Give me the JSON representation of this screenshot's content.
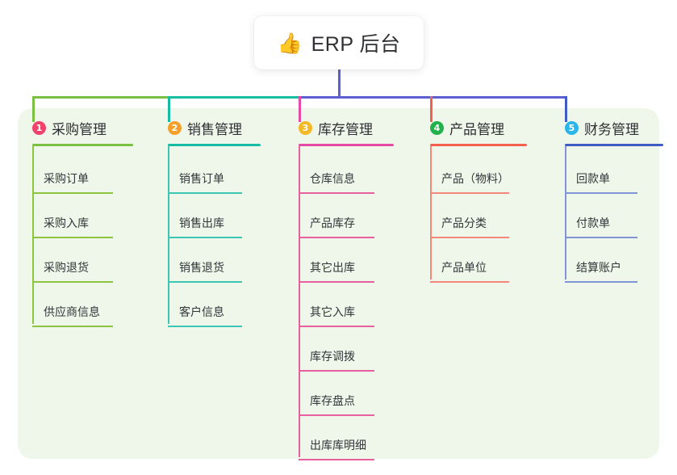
{
  "diagram": {
    "type": "mind-map",
    "root": {
      "icon": "thumbs-up-icon",
      "emoji": "👍",
      "title": "ERP 后台"
    },
    "panel_color": "#eef7e9",
    "background_color": "#ffffff",
    "bus_segments": [
      {
        "name": "bus-green",
        "color": "#7ac143"
      },
      {
        "name": "bus-teal",
        "color": "#16bca4"
      },
      {
        "name": "bus-purple",
        "color": "#5b5fcf"
      }
    ],
    "root_stem_color": "#5b5fcf",
    "columns": [
      {
        "number": "1",
        "title": "采购管理",
        "badge_color": "#f2416b",
        "rule_color": "#7ac143",
        "line_color": "#8cc63f",
        "drop_color": "#7ac143",
        "items": [
          {
            "label": "采购订单"
          },
          {
            "label": "采购入库"
          },
          {
            "label": "采购退货"
          },
          {
            "label": "供应商信息"
          }
        ]
      },
      {
        "number": "2",
        "title": "销售管理",
        "badge_color": "#f5a02a",
        "rule_color": "#16bca4",
        "line_color": "#3cc7b4",
        "drop_color": "#16bca4",
        "items": [
          {
            "label": "销售订单"
          },
          {
            "label": "销售出库"
          },
          {
            "label": "销售退货"
          },
          {
            "label": "客户信息"
          }
        ]
      },
      {
        "number": "3",
        "title": "库存管理",
        "badge_color": "#f5b826",
        "rule_color": "#e54ba4",
        "line_color": "#e8609f",
        "drop_color": "#e54ba4",
        "items": [
          {
            "label": "仓库信息"
          },
          {
            "label": "产品库存"
          },
          {
            "label": "其它出库"
          },
          {
            "label": "其它入库"
          },
          {
            "label": "库存调拨"
          },
          {
            "label": "库存盘点"
          },
          {
            "label": "出库库明细"
          }
        ]
      },
      {
        "number": "4",
        "title": "产品管理",
        "badge_color": "#22b14c",
        "rule_color": "#f4604f",
        "line_color": "#f4877c",
        "drop_color": "#f4604f",
        "items": [
          {
            "label": "产品（物料）"
          },
          {
            "label": "产品分类"
          },
          {
            "label": "产品单位"
          }
        ]
      },
      {
        "number": "5",
        "title": "财务管理",
        "badge_color": "#29b6e8",
        "rule_color": "#3f5bc4",
        "line_color": "#8094d8",
        "drop_color": "#3f5bc4",
        "items": [
          {
            "label": "回款单"
          },
          {
            "label": "付款单"
          },
          {
            "label": "结算账户"
          }
        ]
      }
    ]
  }
}
